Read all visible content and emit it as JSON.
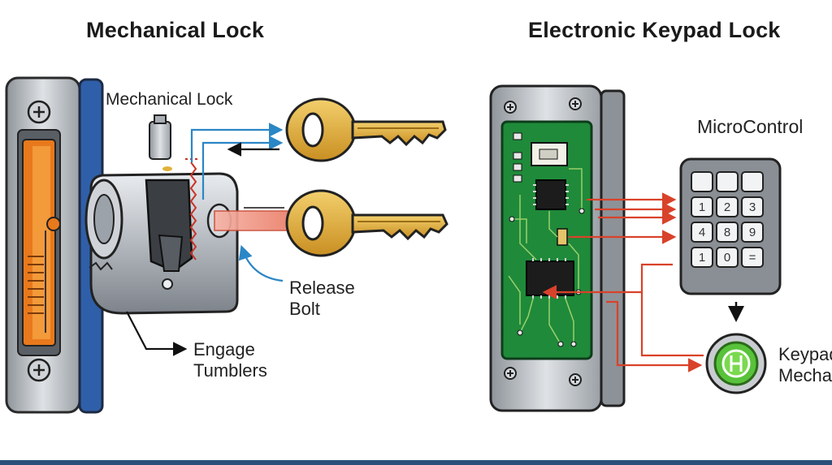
{
  "titles": {
    "left": "Mechanical Lock",
    "right": "Electronic Keypad Lock"
  },
  "labels": {
    "mechanical_lock": "Mechanical Lock",
    "release_bolt": [
      "Release",
      "Bolt"
    ],
    "engage_tumblers": [
      "Engage",
      "Tumblers"
    ],
    "microcontroller": "MicroControl",
    "keypad_mechanism": [
      "Keypad",
      "Mecha"
    ]
  },
  "keypad": {
    "keys": [
      "",
      "",
      "",
      "1",
      "2",
      "3",
      "4",
      "8",
      "9",
      "1",
      "0",
      "="
    ]
  },
  "colors": {
    "arrow_blue": "#2b86c5",
    "arrow_red": "#d9422a",
    "pcb_green": "#1f8a3a",
    "key_gold": "#e7b84a",
    "frame_blue": "#2f5fa8",
    "orange_panel": "#e8791c",
    "bottom_bar": "#2a4f7a"
  }
}
